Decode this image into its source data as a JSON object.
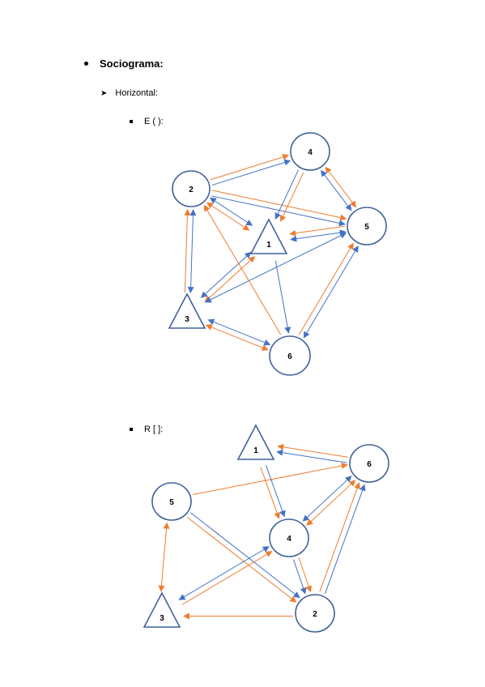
{
  "heading": "Sociograma:",
  "subheading": "Horizontal:",
  "colors": {
    "node": "#41629a",
    "blue_arrow": "#4472c4",
    "orange_arrow": "#ed7d31"
  },
  "graphs": [
    {
      "label": "E ( ):",
      "nodes": [
        {
          "id": "1",
          "shape": "triangle"
        },
        {
          "id": "2",
          "shape": "circle"
        },
        {
          "id": "3",
          "shape": "triangle"
        },
        {
          "id": "4",
          "shape": "circle"
        },
        {
          "id": "5",
          "shape": "circle"
        },
        {
          "id": "6",
          "shape": "circle"
        }
      ],
      "edges": [
        {
          "from": "2",
          "to": "4",
          "color": "orange",
          "both": false
        },
        {
          "from": "2",
          "to": "4",
          "color": "blue",
          "both": false
        },
        {
          "from": "2",
          "to": "5",
          "color": "orange",
          "both": false
        },
        {
          "from": "2",
          "to": "5",
          "color": "blue",
          "both": false
        },
        {
          "from": "2",
          "to": "1",
          "color": "orange",
          "both": true
        },
        {
          "from": "2",
          "to": "1",
          "color": "blue",
          "both": true
        },
        {
          "from": "2",
          "to": "3",
          "color": "blue",
          "both": true
        },
        {
          "from": "3",
          "to": "2",
          "color": "orange",
          "both": false
        },
        {
          "from": "4",
          "to": "1",
          "color": "blue",
          "both": false
        },
        {
          "from": "4",
          "to": "1",
          "color": "orange",
          "both": false
        },
        {
          "from": "4",
          "to": "5",
          "color": "orange",
          "both": true
        },
        {
          "from": "4",
          "to": "5",
          "color": "blue",
          "both": true
        },
        {
          "from": "5",
          "to": "1",
          "color": "orange",
          "both": false
        },
        {
          "from": "5",
          "to": "1",
          "color": "blue",
          "both": true
        },
        {
          "from": "3",
          "to": "1",
          "color": "orange",
          "both": true
        },
        {
          "from": "3",
          "to": "1",
          "color": "blue",
          "both": true
        },
        {
          "from": "5",
          "to": "3",
          "color": "blue",
          "both": true
        },
        {
          "from": "1",
          "to": "6",
          "color": "blue",
          "both": false
        },
        {
          "from": "6",
          "to": "2",
          "color": "orange",
          "both": false
        },
        {
          "from": "6",
          "to": "3",
          "color": "blue",
          "both": true
        },
        {
          "from": "6",
          "to": "3",
          "color": "orange",
          "both": true
        },
        {
          "from": "5",
          "to": "6",
          "color": "blue",
          "both": true
        },
        {
          "from": "6",
          "to": "5",
          "color": "orange",
          "both": false
        }
      ]
    },
    {
      "label": "R [ ]:",
      "nodes": [
        {
          "id": "1",
          "shape": "triangle"
        },
        {
          "id": "6",
          "shape": "circle"
        },
        {
          "id": "5",
          "shape": "circle"
        },
        {
          "id": "4",
          "shape": "circle"
        },
        {
          "id": "3",
          "shape": "triangle"
        },
        {
          "id": "2",
          "shape": "circle"
        }
      ],
      "edges": [
        {
          "from": "6",
          "to": "1",
          "color": "orange",
          "both": false
        },
        {
          "from": "6",
          "to": "1",
          "color": "blue",
          "both": false
        },
        {
          "from": "5",
          "to": "6",
          "color": "orange",
          "both": false
        },
        {
          "from": "1",
          "to": "4",
          "color": "blue",
          "both": false
        },
        {
          "from": "1",
          "to": "4",
          "color": "orange",
          "both": false
        },
        {
          "from": "6",
          "to": "4",
          "color": "blue",
          "both": true
        },
        {
          "from": "6",
          "to": "4",
          "color": "orange",
          "both": true
        },
        {
          "from": "5",
          "to": "3",
          "color": "orange",
          "both": true
        },
        {
          "from": "5",
          "to": "2",
          "color": "orange",
          "both": false
        },
        {
          "from": "5",
          "to": "2",
          "color": "blue",
          "both": false
        },
        {
          "from": "4",
          "to": "3",
          "color": "blue",
          "both": true
        },
        {
          "from": "3",
          "to": "4",
          "color": "orange",
          "both": false
        },
        {
          "from": "4",
          "to": "2",
          "color": "blue",
          "both": false
        },
        {
          "from": "4",
          "to": "2",
          "color": "orange",
          "both": false
        },
        {
          "from": "2",
          "to": "3",
          "color": "orange",
          "both": false
        },
        {
          "from": "2",
          "to": "6",
          "color": "orange",
          "both": false
        },
        {
          "from": "2",
          "to": "6",
          "color": "blue",
          "both": false
        }
      ]
    }
  ]
}
